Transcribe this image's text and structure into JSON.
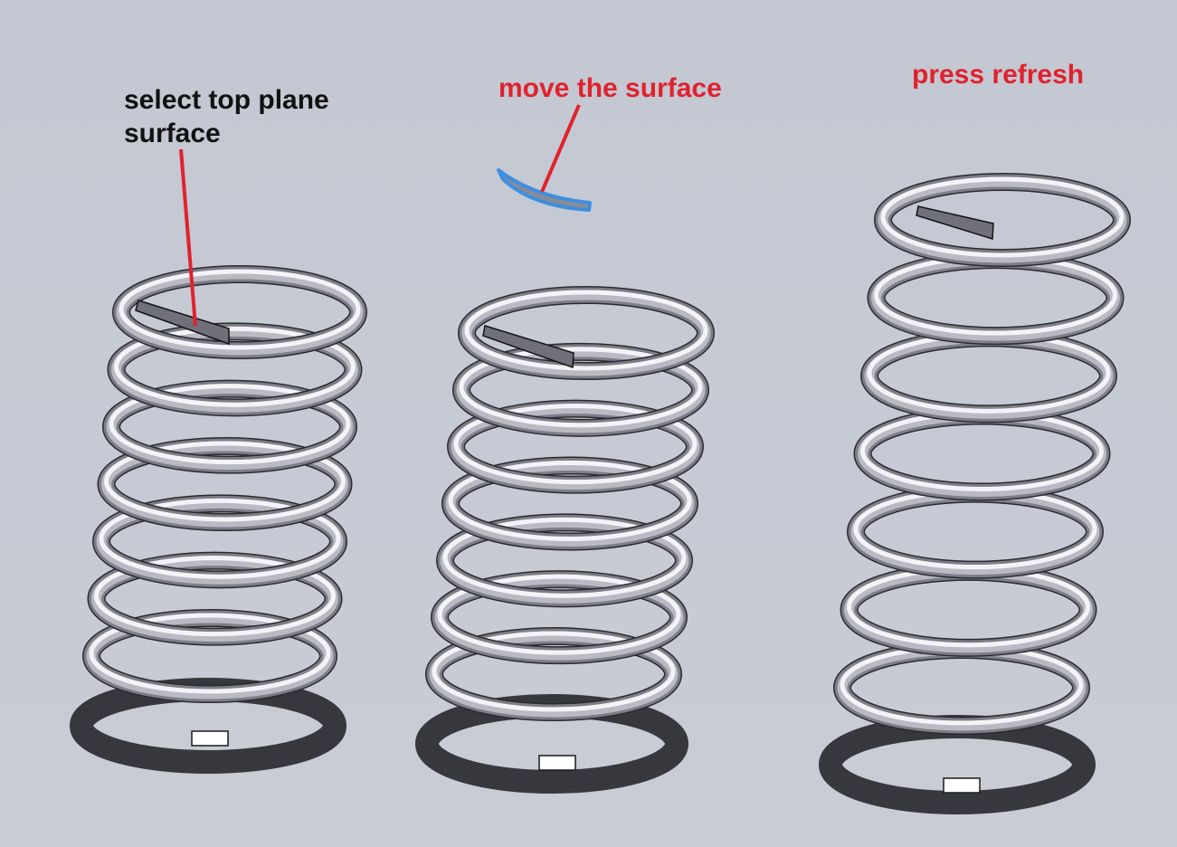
{
  "annotations": {
    "step1": {
      "text": "select top plane\nsurface",
      "color": "#111111"
    },
    "step2": {
      "text": "move the surface",
      "color": "#e0222e"
    },
    "step3": {
      "text": "press refresh",
      "color": "#e0222e"
    }
  },
  "springs": [
    {
      "name": "spring-before",
      "turns": 7.3,
      "state": "surface at top of coil"
    },
    {
      "name": "spring-surface-moved",
      "turns": 7.2,
      "state": "surface moved above"
    },
    {
      "name": "spring-refreshed",
      "turns": 7.0,
      "state": "coil extended"
    }
  ],
  "colors": {
    "background": "#c5c9d3",
    "arrow": "#e0222e",
    "highlight": "#3d8fe0",
    "coil_light": "#f4f4f8",
    "coil_dark": "#7e7e88"
  }
}
